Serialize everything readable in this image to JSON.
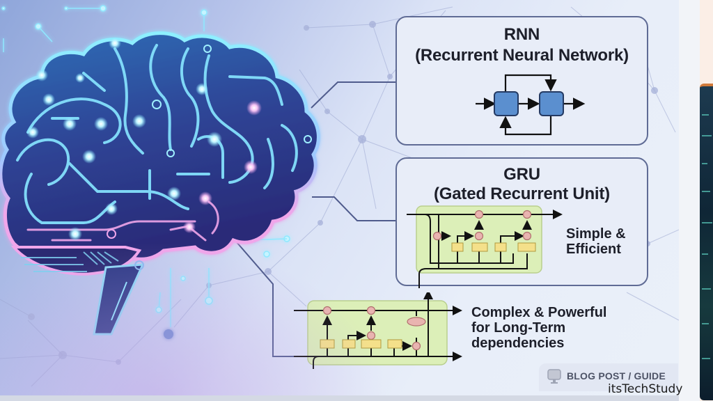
{
  "panels": {
    "rnn": {
      "title": "RNN",
      "subtitle": "(Recurrent Neural Network)",
      "cell_color": "#5b8fcf"
    },
    "gru": {
      "title": "GRU",
      "subtitle": "(Gated Recurrent Unit)",
      "description_line1": "Simple &",
      "description_line2": "Efficient",
      "diagram_bg": "#dcefb8"
    },
    "lstm": {
      "description_line1": "Complex & Powerful",
      "description_line2": "for Long-Term",
      "description_line3": "dependencies",
      "diagram_bg": "#dcefb8"
    }
  },
  "badge": {
    "icon": "monitor-icon",
    "label": "BLOG POST / GUIDE"
  },
  "watermark": "itsTechStudy",
  "colors": {
    "brain_fill": "#2b3d8c",
    "brain_glow_cyan": "#7fe6ff",
    "brain_glow_pink": "#f2a3ea",
    "panel_border": "#5f6b95",
    "gate_node": "#e9b4b0",
    "gate_box": "#f4e08a"
  }
}
